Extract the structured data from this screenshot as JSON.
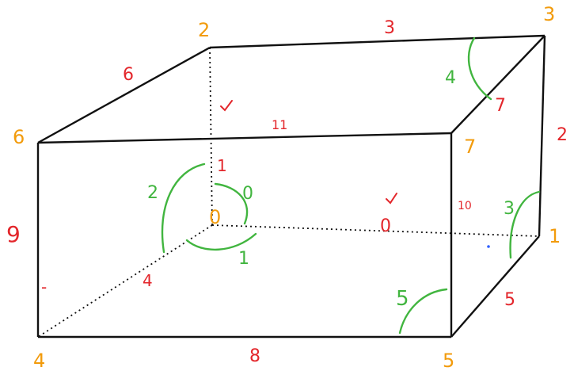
{
  "vertex_labels": {
    "back_top_left": "2",
    "back_top_right": "3",
    "front_top_left": "6",
    "front_top_right": "7",
    "front_bottom_left": "4",
    "front_bottom_right": "5",
    "back_bottom_right": "1",
    "back_bottom_left": "0"
  },
  "edge_labels": {
    "top_back": "3",
    "top_left": "6",
    "top_front": "11",
    "top_right_upper": "7",
    "right_back_vertical": "2",
    "left_front_vertical": "9",
    "front_inner_vertical": "10",
    "bottom_front": "8",
    "bottom_right": "5",
    "bottom_left_hidden": "4",
    "bottom_back_hidden": "0",
    "back_left_vertical_hidden": "1",
    "small_mark": "-"
  },
  "angle_labels": {
    "top_right": "4",
    "center_left": "2",
    "center_right": "0",
    "center_bottom": "1",
    "right_middle": "3",
    "front_bottom": "5"
  },
  "colors": {
    "vertex_label": "#f29b0c",
    "edge_label": "#e3262b",
    "angle_label": "#41b53f",
    "edge_line": "#111111"
  }
}
